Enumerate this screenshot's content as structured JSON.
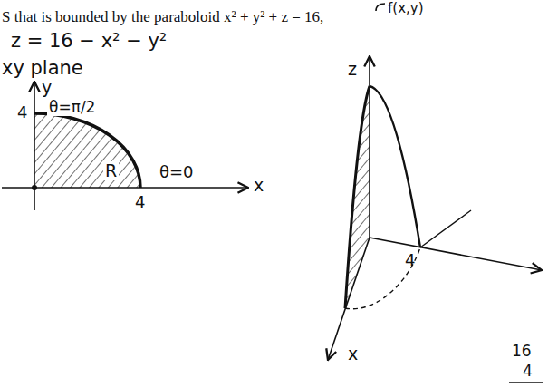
{
  "diagram": {
    "labels": [
      "S that is bounded by the paraboloid x² + y² + z = 16,",
      "f(x,y)",
      "z = 16 − x² − y²",
      "xy plane",
      "y",
      "4",
      "θ=π/2",
      "R",
      "θ=0",
      "4",
      "x",
      "z",
      "4",
      "x",
      "16",
      "4"
    ]
  }
}
